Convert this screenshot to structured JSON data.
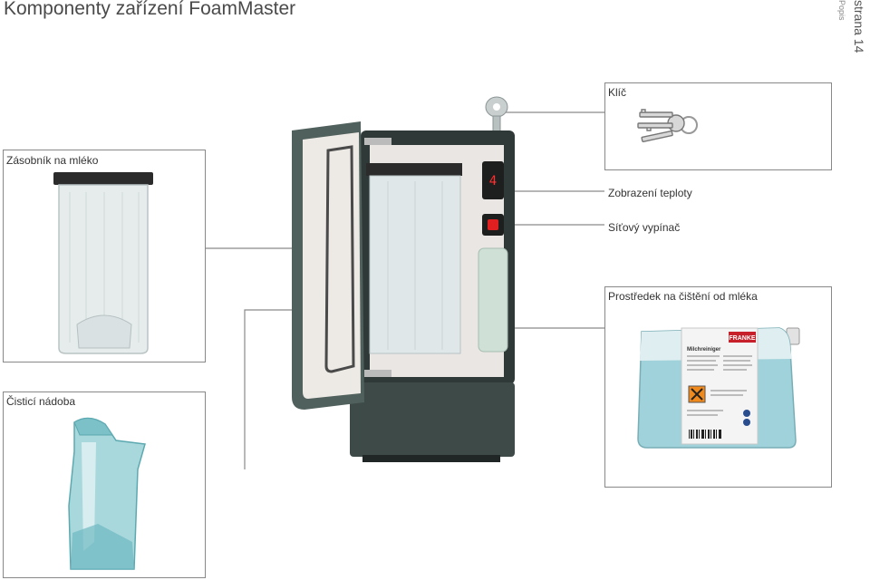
{
  "header": {
    "title": "Komponenty zařízení FoamMaster",
    "page_label": "strana 14",
    "section_label": "Popis"
  },
  "components": {
    "key": "Klíč",
    "milk_container": "Zásobník na mléko",
    "temperature_display": "Zobrazení teploty",
    "power_switch": "Síťový vypínač",
    "milk_cleaner": "Prostředek na čištění od mléka",
    "cleaning_container": "Čisticí nádoba"
  },
  "cleaner_label": {
    "product_name": "Milchreiniger",
    "brand": "FRANKE"
  },
  "display": {
    "value": "4"
  },
  "colors": {
    "cabinet": "#3d4a47",
    "container_tint": "#c9d6d8",
    "cleaner_liquid": "#8fc9d3",
    "cleaning_vessel": "#6fb9c2",
    "switch_red": "#e02020",
    "display_red": "#ff3030"
  }
}
